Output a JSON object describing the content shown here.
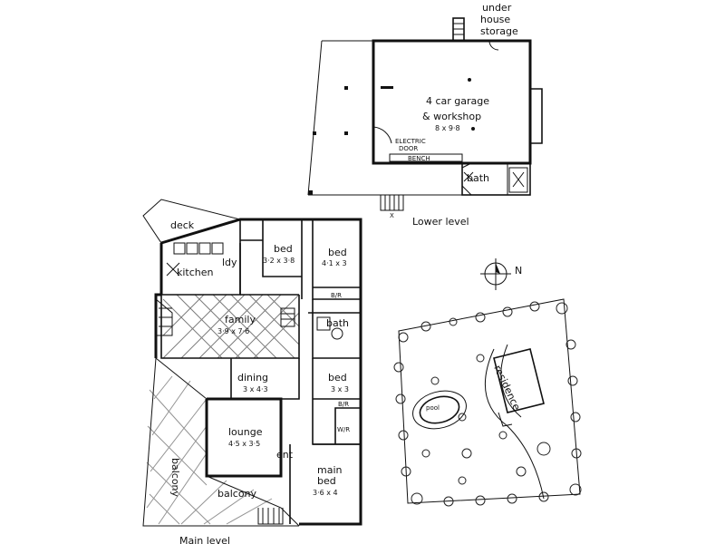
{
  "lower_level": {
    "title": "Lower level",
    "under_house_1": "under",
    "under_house_2": "house",
    "under_house_3": "storage",
    "garage_1": "4 car garage",
    "garage_2": "& workshop",
    "garage_dims": "8 x 9·8",
    "electric_1": "ELECTRIC",
    "electric_2": "DOOR",
    "bench": "BENCH",
    "bath": "bath"
  },
  "main_level": {
    "title": "Main  level",
    "deck": "deck",
    "kitchen": "kitchen",
    "laundry": "ldy",
    "bed1": "bed",
    "bed1_dims": "3·2 x 3·8",
    "bed2": "bed",
    "bed2_dims": "4·1 x 3",
    "br1": "B/R",
    "family": "family",
    "family_dims": "3·9 x 7·6",
    "bath": "bath",
    "dining": "dining",
    "dining_dims": "3 x 4·3",
    "bed3": "bed",
    "bed3_dims": "3 x 3",
    "br2": "B/R",
    "wr": "W/R",
    "lounge": "lounge",
    "lounge_dims": "4·5 x 3·5",
    "entry": "ent",
    "main_bed_1": "main",
    "main_bed_2": "bed",
    "main_bed_dims": "3·6 x 4",
    "balcony_left": "balcony",
    "balcony_bottom": "balcony"
  },
  "site": {
    "north": "N",
    "residence": "residence",
    "pool": "pool"
  }
}
